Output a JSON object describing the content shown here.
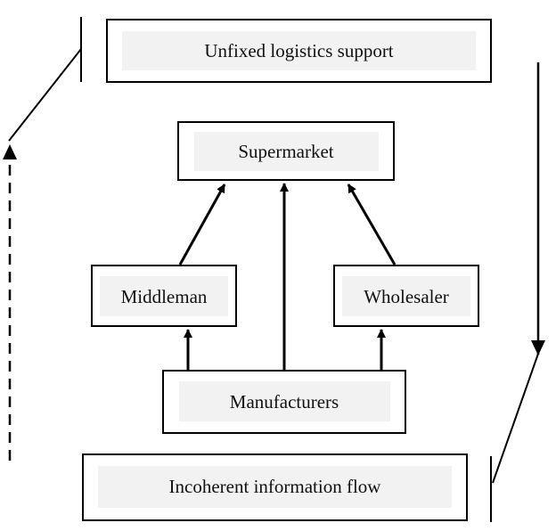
{
  "nodes": {
    "unfixed_logistics": "Unfixed logistics support",
    "supermarket": "Supermarket",
    "middleman": "Middleman",
    "wholesaler": "Wholesaler",
    "manufacturers": "Manufacturers",
    "incoherent_info": "Incoherent information flow"
  },
  "colors": {
    "stroke": "#000000",
    "label_bg": "#f2f2f2"
  }
}
